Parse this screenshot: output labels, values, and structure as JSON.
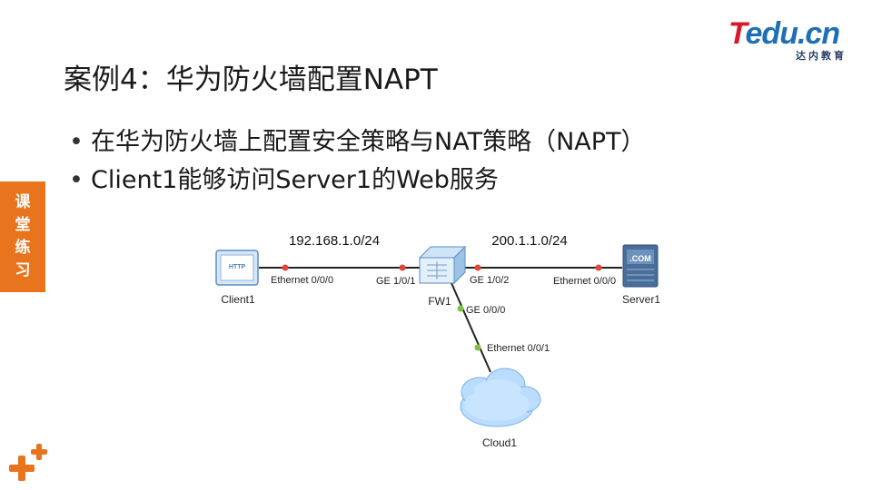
{
  "logo": {
    "main_t": "T",
    "main_rest": "edu.cn",
    "sub": "达内教育"
  },
  "slide": {
    "title": "案例4：华为防火墙配置NAPT",
    "bullets": [
      "在华为防火墙上配置安全策略与NAT策略（NAPT）",
      "Client1能够访问Server1的Web服务"
    ],
    "side_tab": [
      "课",
      "堂",
      "练",
      "习"
    ]
  },
  "diagram": {
    "subnet_left": "192.168.1.0/24",
    "subnet_right": "200.1.1.0/24",
    "nodes": {
      "client": {
        "label": "Client1",
        "screen_text": "HTTP"
      },
      "firewall": {
        "label": "FW1"
      },
      "server": {
        "label": "Server1",
        "screen_text": ".COM"
      },
      "cloud": {
        "label": "Cloud1"
      }
    },
    "ports": {
      "client_eth": "Ethernet 0/0/0",
      "fw_ge101": "GE 1/0/1",
      "fw_ge102": "GE 1/0/2",
      "server_eth": "Ethernet 0/0/0",
      "fw_ge000": "GE 0/0/0",
      "cloud_eth": "Ethernet 0/0/1"
    },
    "colors": {
      "link_down": "#e2453a",
      "link_up": "#7dc242",
      "line": "#222222"
    }
  }
}
